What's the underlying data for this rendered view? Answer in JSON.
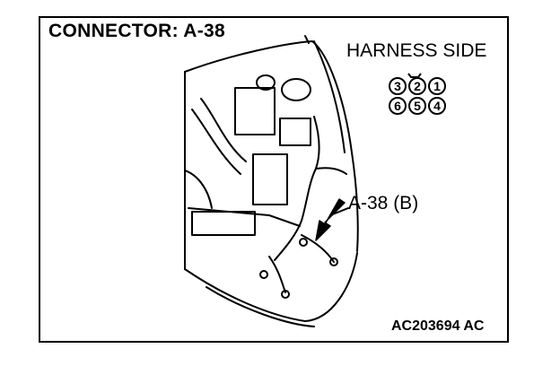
{
  "title": "CONNECTOR: A-38",
  "harness_label": "HARNESS SIDE",
  "callout_label": "A-38 (B)",
  "figure_code": "AC203694 AC",
  "connector_pins": {
    "top_row": [
      "3",
      "2",
      "1"
    ],
    "bottom_row": [
      "6",
      "5",
      "4"
    ]
  }
}
